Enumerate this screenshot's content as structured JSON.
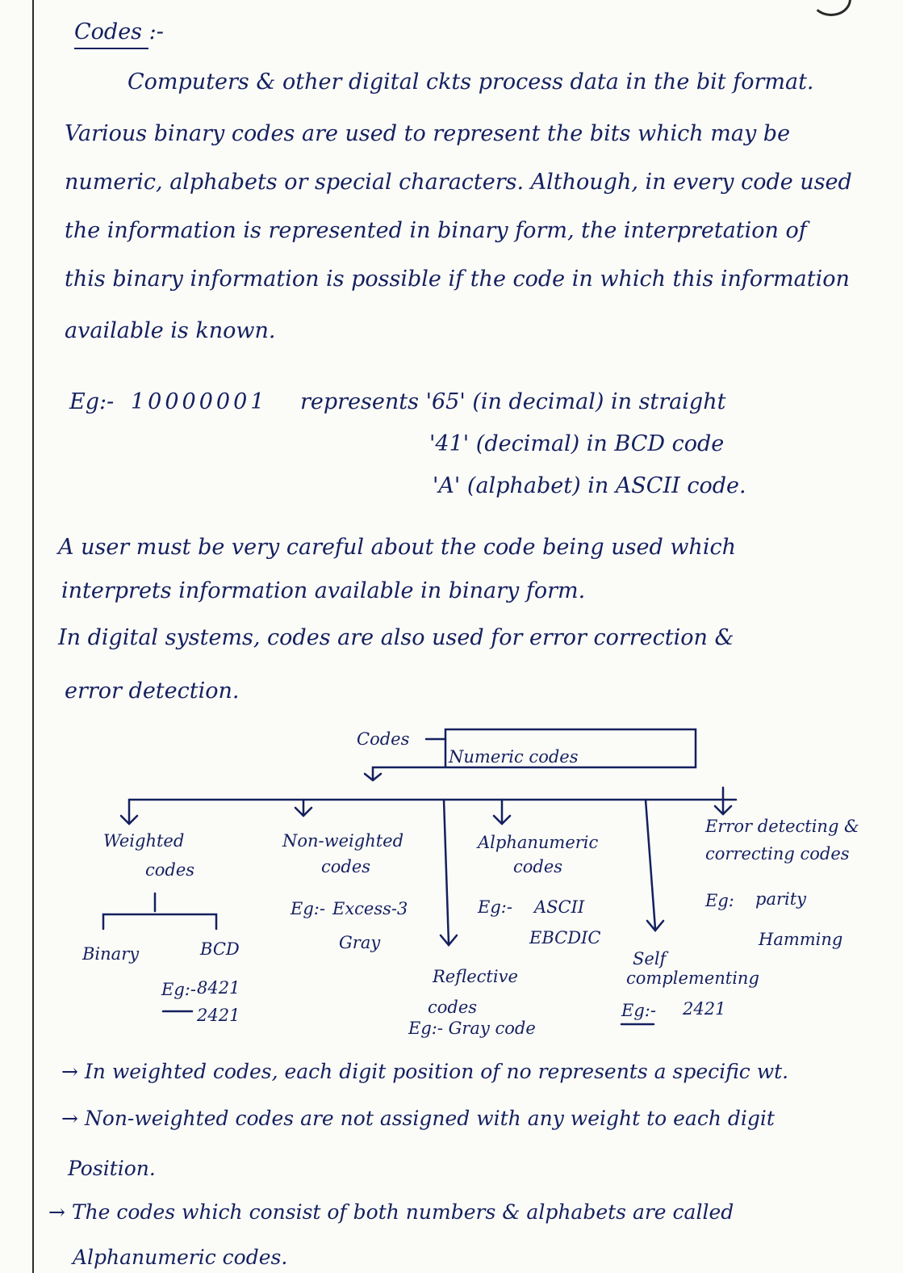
{
  "page": {
    "heading": "Codes :-",
    "paragraph1": [
      "Computers & other digital ckts process data in the bit format.",
      "Various binary codes are used to represent the bits which may be",
      "numeric, alphabets or special characters. Although, in every code used",
      "the information is represented in binary form, the interpretation of",
      "this binary information is possible if the code in which this information",
      "available is known."
    ],
    "example": {
      "label": "Eg:-",
      "binary": "10000001",
      "lines": [
        "represents '65' (in decimal) in straight",
        "'41' (decimal) in BCD code",
        "'A' (alphabet) in ASCII code."
      ]
    },
    "paragraph2": [
      "A user must be very careful about the code being used which",
      "interprets information available in binary form.",
      "In digital systems, codes are also used for error correction &",
      "error detection."
    ],
    "diagram": {
      "root": "Codes",
      "numeric": "Numeric codes",
      "branches": [
        {
          "title_lines": [
            "Weighted",
            "codes"
          ],
          "children": [
            "Binary",
            "BCD"
          ],
          "example_label": "Eg:-",
          "examples": [
            "8421",
            "2421"
          ]
        },
        {
          "title_lines": [
            "Non-weighted",
            "codes"
          ],
          "example_label": "Eg:-",
          "examples": [
            "Excess-3",
            "Gray"
          ]
        },
        {
          "title_lines": [
            "Reflective",
            "codes"
          ],
          "examples": [
            "Eg:- Gray code"
          ]
        },
        {
          "title_lines": [
            "Alphanumeric",
            "codes"
          ],
          "example_label": "Eg:-",
          "examples": [
            "ASCII",
            "EBCDIC"
          ]
        },
        {
          "title_lines": [
            "Self",
            "complementing"
          ],
          "example_label": "Eg:-",
          "examples": [
            "2421"
          ]
        },
        {
          "title_lines": [
            "Error detecting &",
            "correcting codes"
          ],
          "example_label": "Eg:",
          "examples": [
            "parity",
            "Hamming"
          ]
        }
      ]
    },
    "notes": [
      "→ In weighted codes, each digit position of no represents a specific wt.",
      "→ Non-weighted codes are not assigned with any weight to each digit",
      "Position.",
      "→ The codes which consist of both numbers & alphabets are called",
      "Alphanumeric codes."
    ]
  }
}
